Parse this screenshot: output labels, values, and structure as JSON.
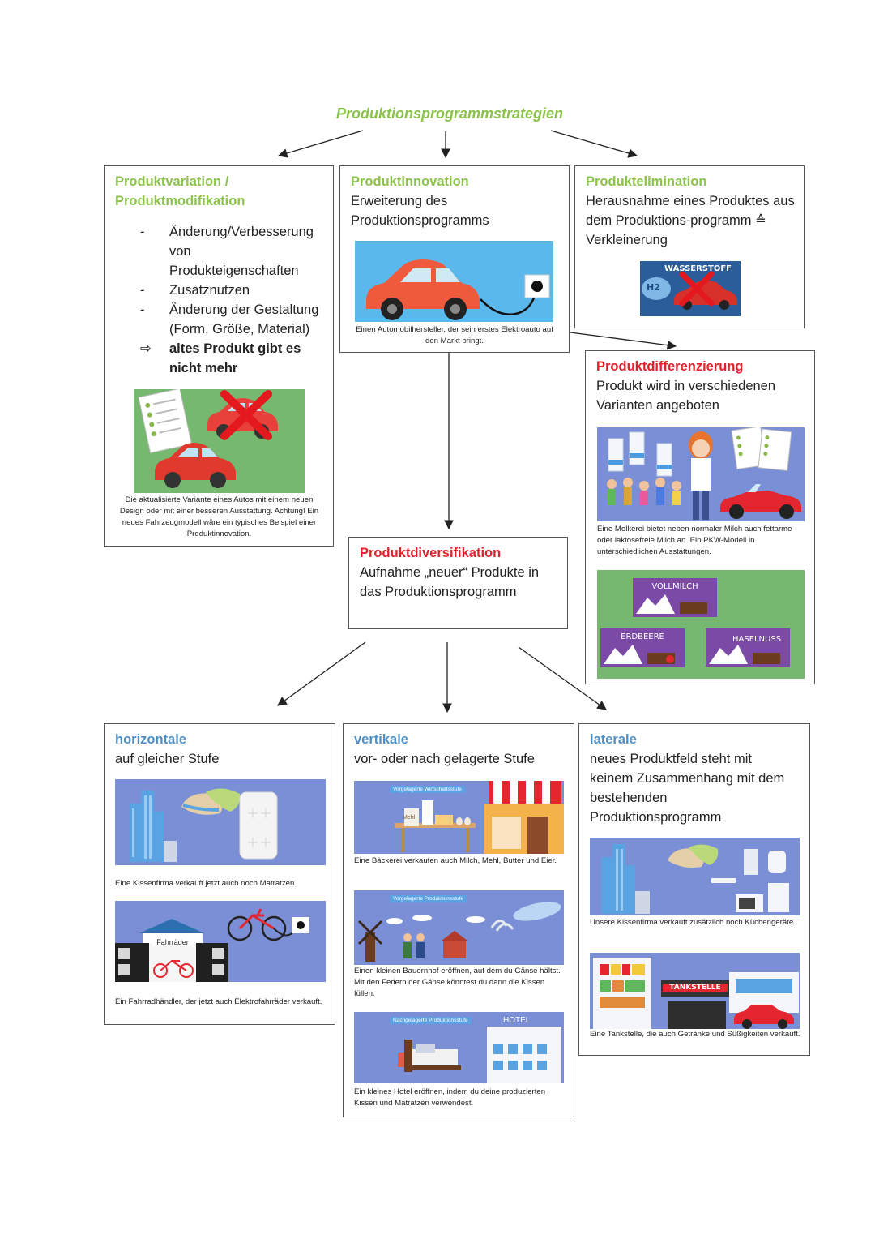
{
  "heading": "Produktionsprogrammstrategien",
  "colors": {
    "green": "#8cc34a",
    "red": "#e0202a",
    "blue": "#4f8fc6",
    "pic_blue": "#7a8fd6",
    "pic_green": "#76b870"
  },
  "variation": {
    "title_line1": "Produktvariation /",
    "title_line2": "Produktmodifikation",
    "bullets": [
      {
        "marker": "-",
        "line1": "Änderung/Verbesserung",
        "line2": "von",
        "line3": "Produkteigenschaften"
      },
      {
        "marker": "-",
        "line1": "Zusatznutzen"
      },
      {
        "marker": "-",
        "line1": "Änderung der Gestaltung",
        "line2": "(Form, Größe, Material)"
      },
      {
        "marker": "⇨",
        "line1": "altes Produkt gibt es",
        "line2": "nicht mehr"
      }
    ],
    "caption": "Die aktualisierte Variante eines Autos mit einem neuen Design oder mit einer besseren Ausstattung. Achtung! Ein neues Fahrzeugmodell wäre ein typisches Beispiel einer Produktinnovation."
  },
  "innovation": {
    "title": "Produktinnovation",
    "text_line1": "Erweiterung des",
    "text_line2": "Produktionsprogramms",
    "caption": "Einen Automobilhersteller, der sein erstes Elektroauto auf den Markt bringt."
  },
  "elimination": {
    "title": "Produktelimination",
    "text_line1": "Herausnahme eines Produktes aus",
    "text_line2": "dem Produktions-programm ≙",
    "text_line3": "Verkleinerung",
    "image_text": "WASSERSTOFF",
    "image_badge": "H2"
  },
  "differenzierung": {
    "title": "Produktdifferenzierung",
    "text_line1": "Produkt wird in verschiedenen",
    "text_line2": "Varianten angeboten",
    "caption": "Eine Molkerei bietet neben normaler Milch auch fettarme oder laktosefreie Milch an. Ein PKW-Modell in unterschiedlichen Ausstattungen.",
    "flavors": [
      "VOLLMILCH",
      "ERDBEERE",
      "HASELNUSS"
    ]
  },
  "diversifikation": {
    "title": "Produktdiversifikation",
    "text_line1": "Aufnahme „neuer“ Produkte in",
    "text_line2": "das Produktionsprogramm"
  },
  "horizontale": {
    "title": "horizontale",
    "text": "auf gleicher Stufe",
    "caption1": "Eine Kissenfirma verkauft jetzt auch noch Matratzen.",
    "shop_sign": "Fahrräder",
    "caption2": "Ein Fahrradhändler, der jetzt auch Elektrofahrräder verkauft."
  },
  "vertikale": {
    "title": "vertikale",
    "text": "vor- oder nach gelagerte Stufe",
    "tag1": "Vorgelagerte Wirtschaftsstufe",
    "flour_label": "Mehl",
    "caption1": "Eine Bäckerei verkaufen auch Milch, Mehl, Butter und Eier.",
    "tag2": "Vorgelagerte Produktionsstufe",
    "caption2": "Einen kleinen Bauernhof eröffnen, auf dem du Gänse hältst. Mit den Federn der Gänse könntest du dann die Kissen füllen.",
    "tag3": "Nachgelagerte Produktionsstufe",
    "hotel_label": "HOTEL",
    "caption3": "Ein kleines Hotel eröffnen, indem du deine produzierten Kissen und Matratzen verwendest."
  },
  "laterale": {
    "title": "laterale",
    "text_line1": "neues Produktfeld steht mit",
    "text_line2": "keinem Zusammenhang mit dem",
    "text_line3": "bestehenden",
    "text_line4": "Produktionsprogramm",
    "caption1": "Unsere Kissenfirma verkauft zusätzlich noch Küchengeräte.",
    "station_sign": "TANKSTELLE",
    "caption2": "Eine Tankstelle, die auch Getränke und Süßigkeiten verkauft."
  }
}
